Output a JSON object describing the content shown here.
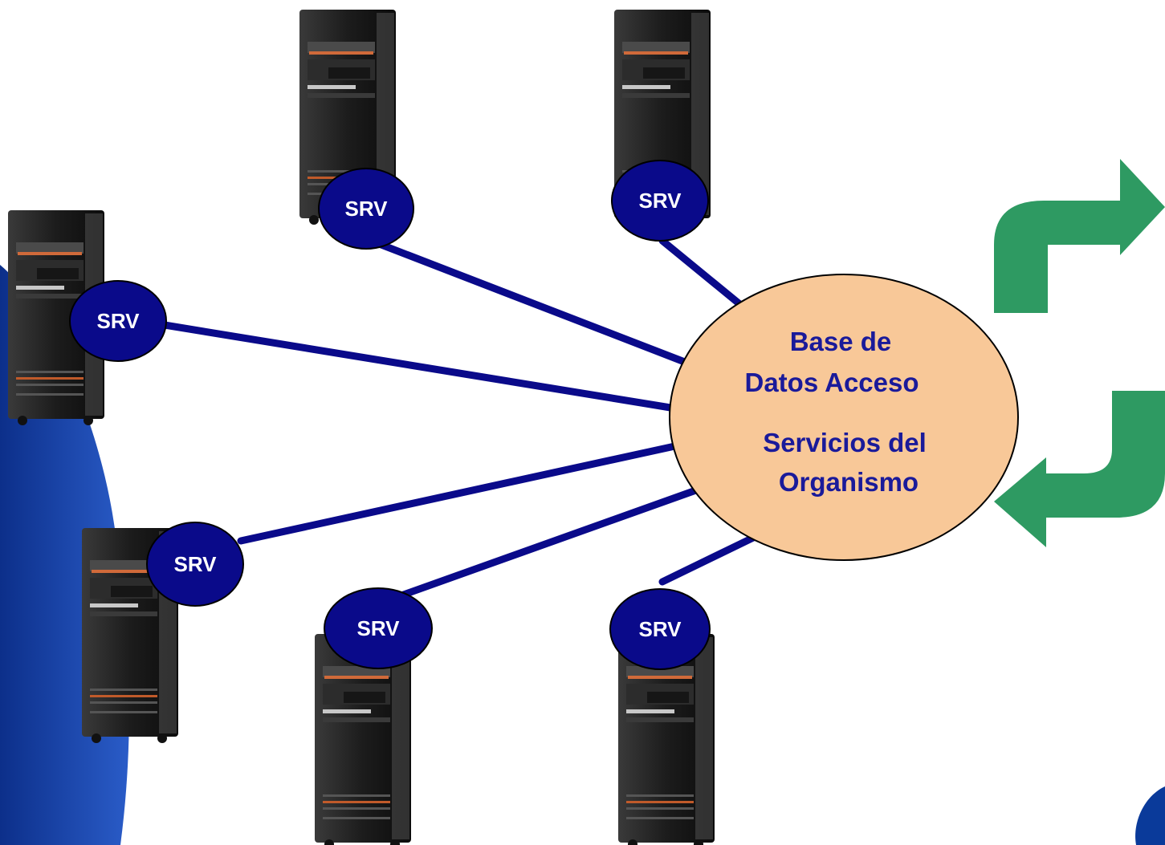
{
  "hub": {
    "line1": "Base de",
    "line2": "Datos Acceso",
    "line3": "Servicios del",
    "line4": "Organismo"
  },
  "nodes": [
    {
      "id": "top-left",
      "label": "SRV"
    },
    {
      "id": "top-right",
      "label": "SRV"
    },
    {
      "id": "left",
      "label": "SRV"
    },
    {
      "id": "lower-left",
      "label": "SRV"
    },
    {
      "id": "bottom-left",
      "label": "SRV"
    },
    {
      "id": "bottom-right",
      "label": "SRV"
    }
  ],
  "colors": {
    "link": "#0a0a8a",
    "node_fill": "#0a0a8a",
    "hub_fill": "#f8c898",
    "hub_text": "#1a1a9a",
    "arrow": "#2e9a62",
    "swoosh": "#0a3a9a"
  },
  "icons": {
    "server": "server-tower-icon",
    "sync_up": "curved-arrow-right-icon",
    "sync_down": "curved-arrow-left-icon"
  }
}
